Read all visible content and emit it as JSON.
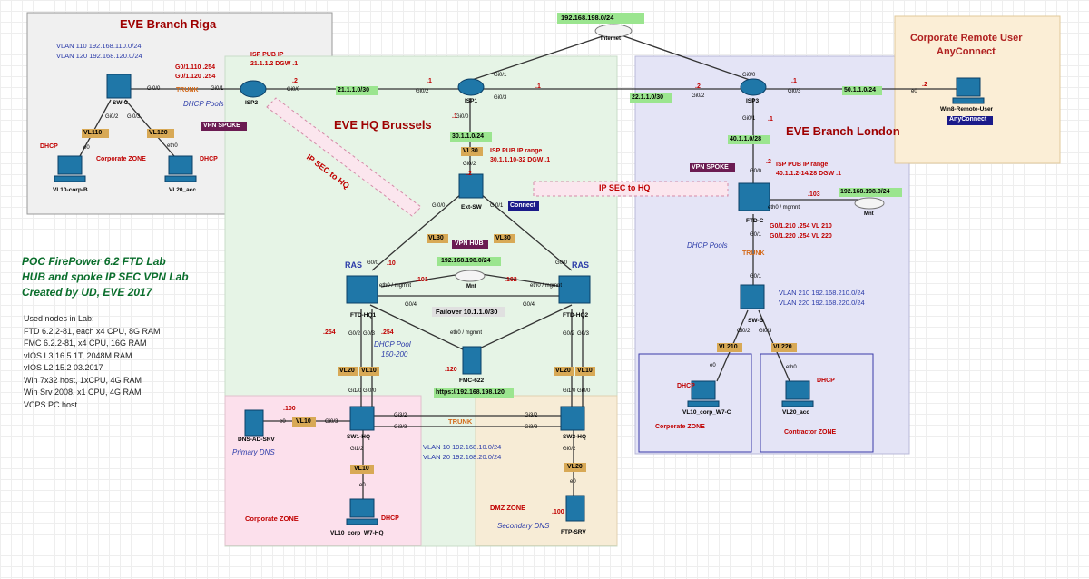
{
  "zones": {
    "riga": {
      "title": "EVE Branch Riga",
      "vlan110": "VLAN 110 192.168.110.0/24",
      "vlan120": "VLAN 120 192.168.120.0/24",
      "corp_zone": "Corporate ZONE",
      "dhcp_pools": "DHCP Pools",
      "vpn_spoke": "VPN SPOKE"
    },
    "hq": {
      "title": "EVE HQ Brussels",
      "vpn_hub": "VPN HUB",
      "dhcp_pool": "DHCP Pool",
      "dhcp_range": "150-200",
      "failover": "Failover 10.1.1.0/30",
      "fmc_url": "https://192.168.198.120",
      "vlan10": "VLAN 10 192.168.10.0/24",
      "vlan20": "VLAN 20 192.168.20.0/24",
      "corp_zone": "Corporate ZONE",
      "dmz_zone": "DMZ ZONE",
      "primary_dns": "Primary DNS",
      "secondary_dns": "Secondary DNS",
      "trunk": "TRUNK",
      "ras_left": "RAS",
      "ras_right": "RAS"
    },
    "london": {
      "title": "EVE Branch London",
      "isp_pub": "ISP PUB IP range",
      "isp_range": "40.1.1.2-14/28 DGW .1",
      "g0_1_210": "G0/1.210 .254 VL 210",
      "g0_1_220": "G0/1.220 .254  VL 220",
      "vlan210": "VLAN 210 192.168.210.0/24",
      "vlan220": "VLAN 220 192.168.220.0/24",
      "dhcp_pools": "DHCP Pools",
      "vpn_spoke": "VPN SPOKE",
      "corp_zone": "Corporate ZONE",
      "contractor_zone": "Contractor ZONE",
      "trunk": "TRUNK"
    },
    "remote": {
      "title_line1": "Corporate Remote User",
      "title_line2": "AnyConnect",
      "anyconnect": "AnyConnect"
    }
  },
  "isp": {
    "riga_pub": "ISP PUB IP",
    "riga_pub_ip": "21.1.1.2 DGW .1",
    "riga_g110": "G0/1.110 .254",
    "riga_g120": "G0/1.120 .254",
    "hq_pub": "ISP PUB IP range",
    "hq_range": "30.1.1.10-32 DGW .1",
    "internet_net": "192.168.198.0/24",
    "internet": "Internet"
  },
  "networks": {
    "n21": "21.1.1.0/30",
    "n22": "22.1.1.0/30",
    "n30": "30.1.1.0/24",
    "n40": "40.1.1.0/28",
    "n50": "50.1.1.0/24",
    "mgmt_hq": "192.168.198.0/24",
    "mgmt_lon": "192.168.198.0/24"
  },
  "nodes": {
    "swc": "SW-C",
    "isp2": "ISP2",
    "isp1": "ISP1",
    "isp3": "ISP3",
    "extsw": "Ext-SW",
    "ftdhq1": "FTD-HQ1",
    "ftdhq2": "FTD-HQ2",
    "ftdc": "FTD-C",
    "swb": "SW-B",
    "sw1hq": "SW1-HQ",
    "sw2hq": "SW2-HQ",
    "fmc": "FMC-622",
    "dns": "DNS-AD-SRV",
    "ftp": "FTP-SRV",
    "mnt": "Mnt",
    "mnt2": "Mnt",
    "vl10corpb": "VL10-corp-B",
    "vl20acc": "VL20_acc",
    "vl10w7hq": "VL10_corp_W7-HQ",
    "vl10w7c": "VL10_corp_W7-C",
    "vl20acc2": "VL20_acc",
    "win8": "Win8-Remote-User"
  },
  "ipsec": {
    "riga": "IP SEC to HQ",
    "london": "IP SEC to HQ"
  },
  "vl_tags": {
    "vl110": "VL110",
    "vl120": "VL120",
    "vl30a": "VL30",
    "vl30b": "VL30",
    "vl30c": "VL30",
    "vl20a": "VL20",
    "vl10a": "VL10",
    "vl20b": "VL20",
    "vl10b": "VL10",
    "vl10dns": "VL10",
    "vl10pc": "VL10",
    "vl20ftp": "VL20",
    "vl210": "VL210",
    "vl220": "VL220",
    "connect": "Connect",
    "trunk_riga": "TRUNK",
    "dhcp1": "DHCP",
    "dhcp2": "DHCP",
    "dhcp3": "DHCP",
    "dhcp4": "DHCP",
    "dhcp5": "DHCP"
  },
  "ifaces": {
    "g00a": "Gi0/0",
    "g01a": "Gi0/1",
    "g02a": "Gi0/2",
    "g03a": "Gi0/3",
    "g00b": "Gi0/0",
    "g01b": "Gi0/1",
    "g02b": "Gi0/2",
    "g00c": "Gi0/0",
    "g01c": "Gi0/1",
    "g02c": "Gi0/2",
    "g03c": "Gi0/3",
    "g00d": "Gi0/0",
    "g01d": "Gi0/1",
    "g02d": "Gi0/2",
    "g03d": "Gi0/3",
    "g01e": "Gi0/1",
    "g00e": "Gi0/0",
    "g02e": "Gi0/2",
    "g01f": "Gi0/1",
    "g00f": "G0/0",
    "g00g": "G0/0",
    "g04a": "G0/4",
    "g04b": "G0/4",
    "eth0a": "eth0 / mgmnt",
    "eth0b": "eth0 / mgmnt",
    "eth0c": "eth0 / mgmnt",
    "eth0d": "eth0 / mgmnt",
    "g02f": "G0/2",
    "g03f": "G0/3",
    "g02g": "G0/2",
    "g03g": "G0/3",
    "g10a": "Gi1/0",
    "g00h": "Gi0/0",
    "g10b": "Gi1/0",
    "g00i": "Gi0/0",
    "g32a": "Gi3/2",
    "g33a": "Gi3/3",
    "g32b": "Gi3/2",
    "g33b": "Gi3/3",
    "g03h": "Gi0/3",
    "g00j": "G0/0",
    "g01g": "G0/1",
    "g01h": "G0/1",
    "g02h": "Gi0/2",
    "g03i": "Gi0/3",
    "g01i": "Gi0/1",
    "g00k": "Gi0/0",
    "g12": "Gi1/2",
    "g02i": "Gi0/2",
    "e0a": "e0",
    "e0b": "e0",
    "e0c": "e0",
    "e0d": "e0",
    "e0e": "e0",
    "e0f": "e0",
    "eth0e": "eth0",
    "eth0f": "eth0",
    "eth0g": "eth0",
    "eth0h": "eth0",
    "dot2a": ".2",
    "dot1a": ".1",
    "dot1b": ".1",
    "dot2b": ".2",
    "dot1c": ".1",
    "dot2c": ".2",
    "dot1d": ".1",
    "dot1e": ".1",
    "dot2d": ".2",
    "dot1f": ".1",
    "dot2e": ".2",
    "dot10": ".10",
    "dot101": ".101",
    "dot102": ".102",
    "dot254a": ".254",
    "dot254b": ".254",
    "dot120": ".120",
    "dot100a": ".100",
    "dot100b": ".100",
    "dot103": ".103"
  },
  "poc": {
    "l1": "POC FirePower 6.2 FTD Lab",
    "l2": "HUB and spoke IP SEC VPN Lab",
    "l3": "Created by UD, EVE 2017"
  },
  "used_nodes": {
    "title": "Used nodes in Lab:",
    "lines": [
      "FTD 6.2.2-81, each x4 CPU, 8G RAM",
      "FMC 6.2.2-81, x4 CPU, 16G RAM",
      "vIOS L3 16.5.1T, 2048M RAM",
      "vIOS L2 15.2 03.2017",
      "Win 7x32 host, 1xCPU, 4G RAM",
      "Win Srv 2008, x1 CPU, 4G RAM",
      "VCPS PC host"
    ]
  }
}
